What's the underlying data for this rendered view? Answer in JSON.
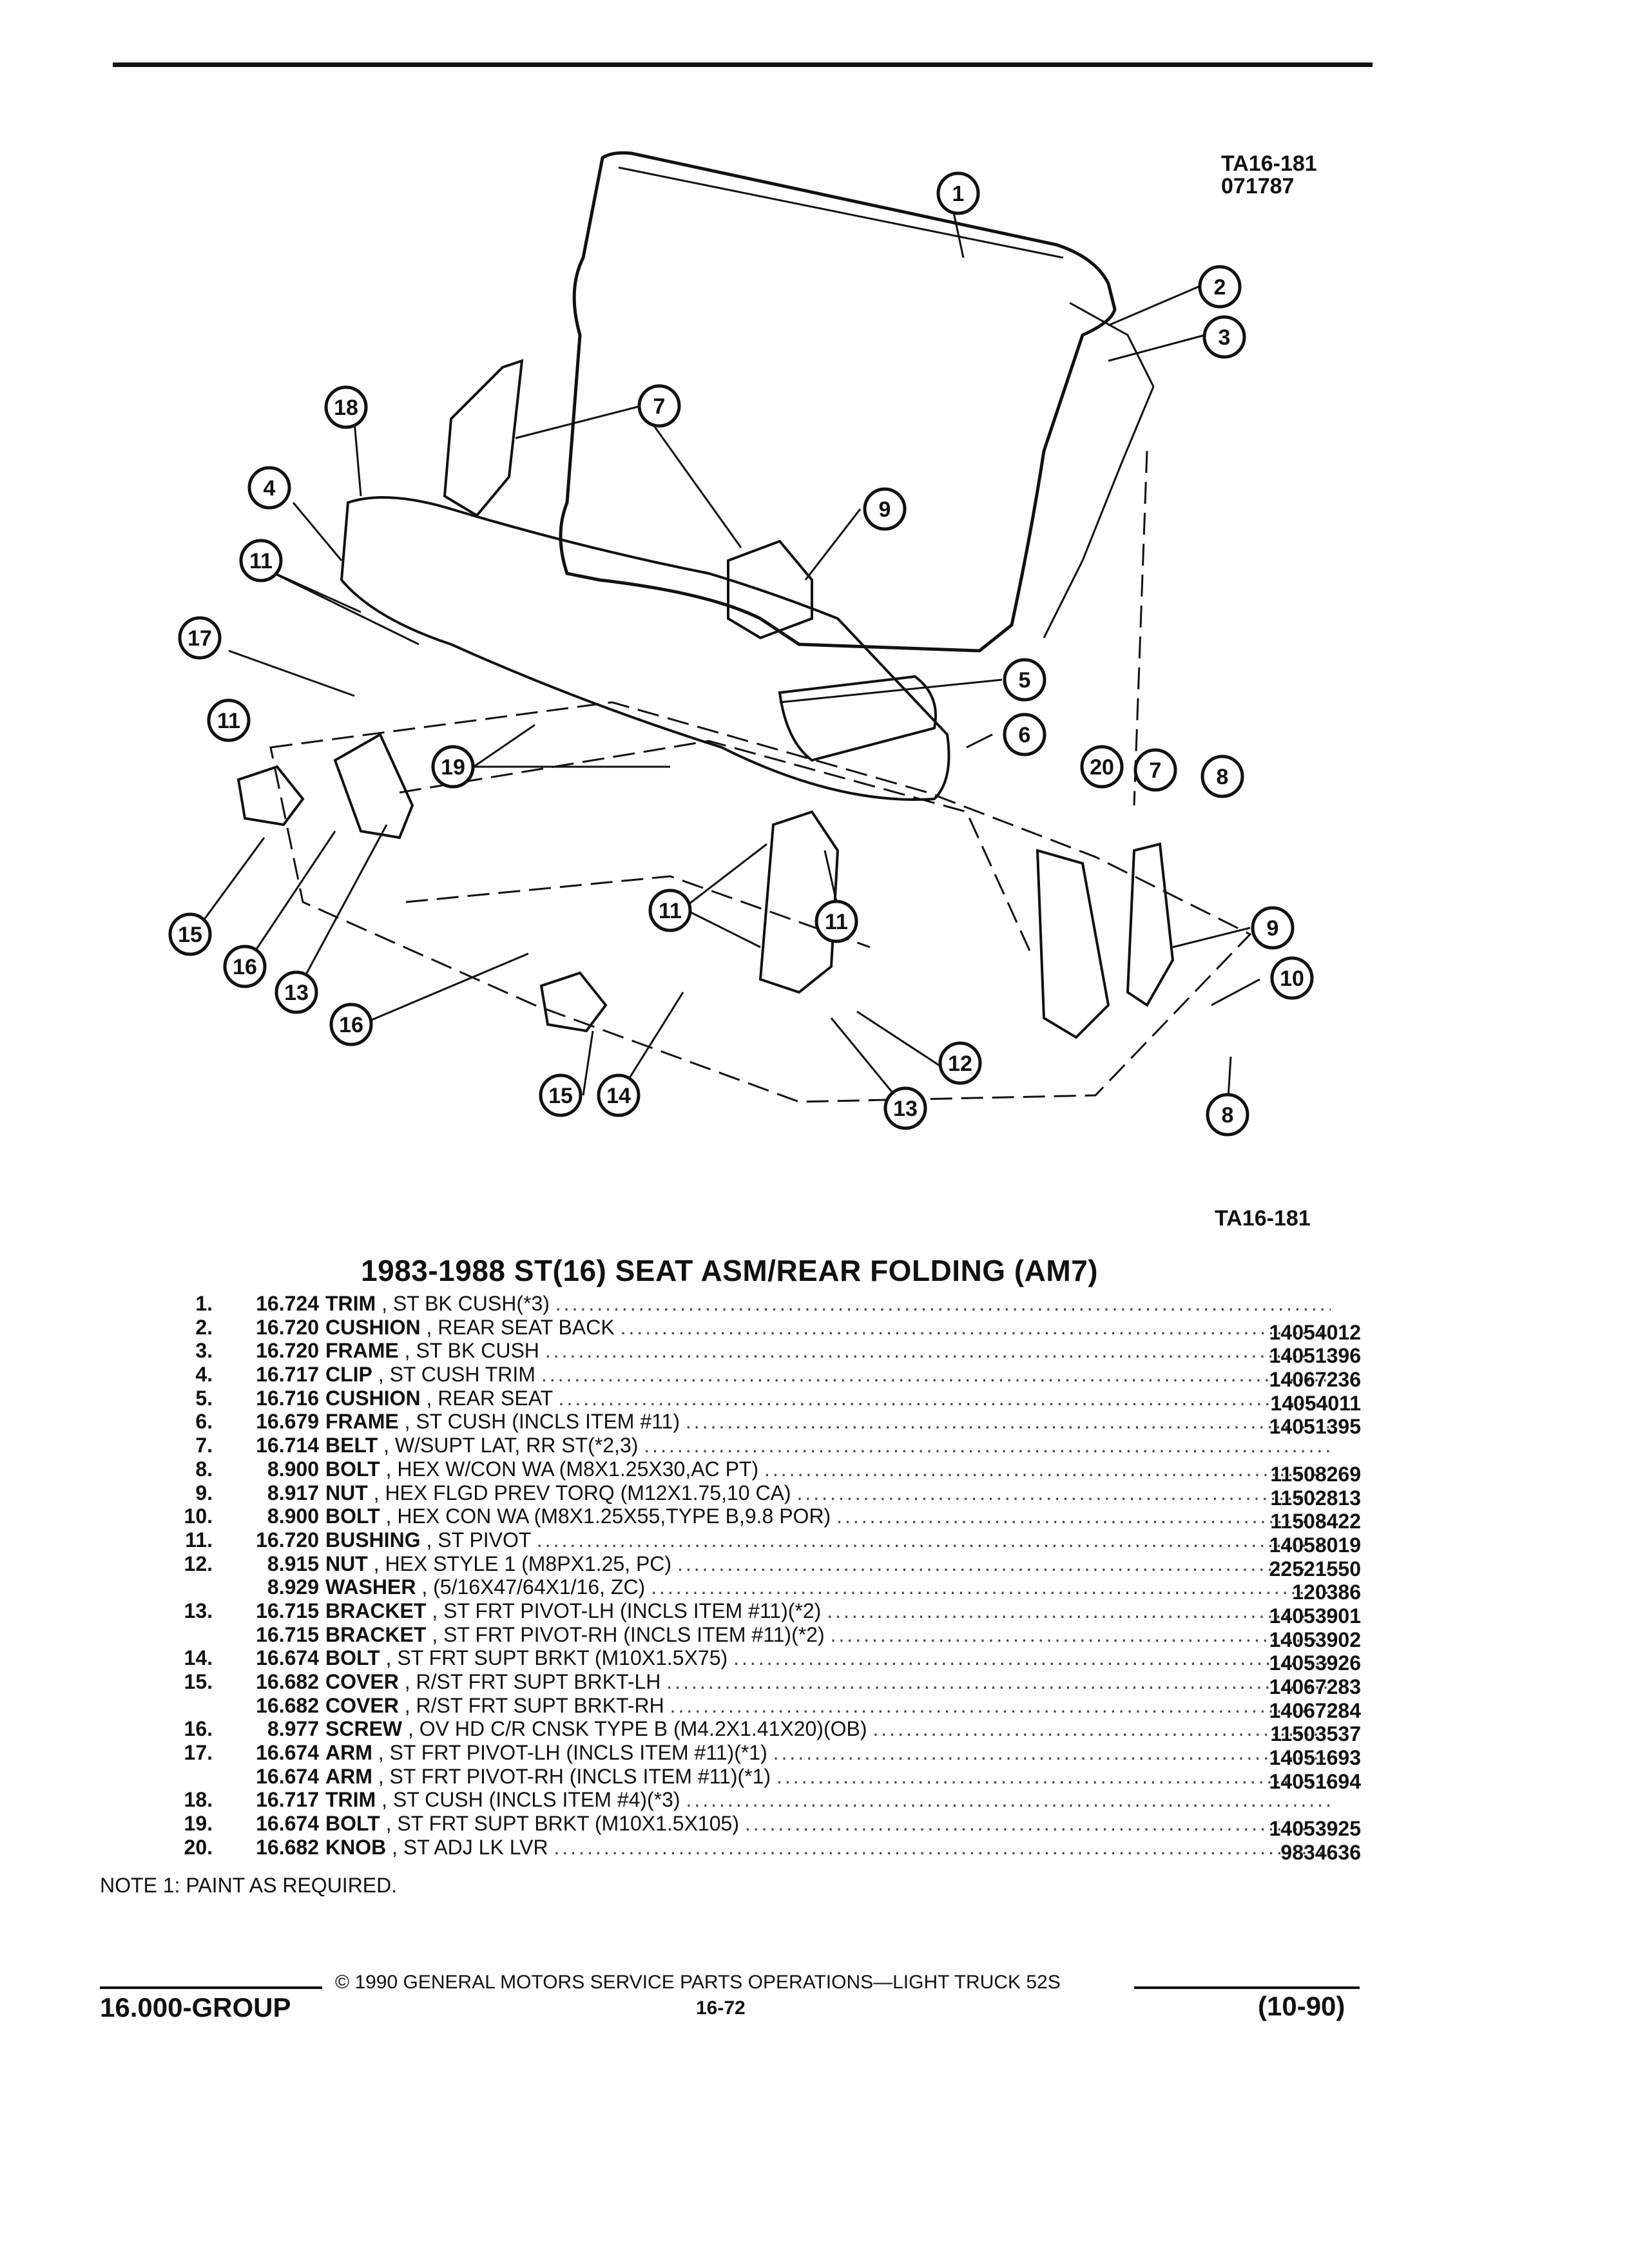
{
  "diagram": {
    "ref_top": "TA16-181",
    "ref_code": "071787",
    "ref_bottom": "TA16-181",
    "callouts": [
      "1",
      "2",
      "3",
      "18",
      "7",
      "4",
      "9",
      "11",
      "17",
      "5",
      "11",
      "6",
      "20",
      "7",
      "8",
      "19",
      "11",
      "11",
      "9",
      "10",
      "15",
      "16",
      "13",
      "16",
      "12",
      "8",
      "15",
      "14",
      "13"
    ]
  },
  "title": "1983-1988 ST(16) SEAT ASM/REAR FOLDING (AM7)",
  "parts": [
    {
      "no": "1.",
      "grp": "16.724",
      "name": "TRIM",
      "desc": ", ST BK CUSH(*3)",
      "pn": ""
    },
    {
      "no": "2.",
      "grp": "16.720",
      "name": "CUSHION",
      "desc": ", REAR SEAT BACK",
      "pn": "14054012"
    },
    {
      "no": "3.",
      "grp": "16.720",
      "name": "FRAME",
      "desc": ", ST BK CUSH",
      "pn": "14051396"
    },
    {
      "no": "4.",
      "grp": "16.717",
      "name": "CLIP",
      "desc": ", ST CUSH TRIM",
      "pn": "14067236"
    },
    {
      "no": "5.",
      "grp": "16.716",
      "name": "CUSHION",
      "desc": ", REAR SEAT",
      "pn": "14054011"
    },
    {
      "no": "6.",
      "grp": "16.679",
      "name": "FRAME",
      "desc": ", ST CUSH (INCLS ITEM #11)",
      "pn": "14051395"
    },
    {
      "no": "7.",
      "grp": "16.714",
      "name": "BELT",
      "desc": ", W/SUPT LAT, RR ST(*2,3)",
      "pn": ""
    },
    {
      "no": "8.",
      "grp": "8.900",
      "name": "BOLT",
      "desc": ", HEX W/CON WA (M8X1.25X30,AC PT)",
      "pn": "11508269"
    },
    {
      "no": "9.",
      "grp": "8.917",
      "name": "NUT",
      "desc": ", HEX FLGD PREV TORQ (M12X1.75,10 CA)",
      "pn": "11502813"
    },
    {
      "no": "10.",
      "grp": "8.900",
      "name": "BOLT",
      "desc": ", HEX CON WA (M8X1.25X55,TYPE B,9.8 POR)",
      "pn": "11508422"
    },
    {
      "no": "11.",
      "grp": "16.720",
      "name": "BUSHING",
      "desc": ", ST PIVOT",
      "pn": "14058019"
    },
    {
      "no": "12.",
      "grp": "8.915",
      "name": "NUT",
      "desc": ", HEX STYLE 1 (M8PX1.25, PC)",
      "pn": "22521550"
    },
    {
      "no": "",
      "grp": "8.929",
      "name": "WASHER",
      "desc": ", (5/16X47/64X1/16, ZC)",
      "pn": "120386"
    },
    {
      "no": "13.",
      "grp": "16.715",
      "name": "BRACKET",
      "desc": ", ST FRT PIVOT-LH (INCLS ITEM #11)(*2)",
      "pn": "14053901"
    },
    {
      "no": "",
      "grp": "16.715",
      "name": "BRACKET",
      "desc": ", ST FRT PIVOT-RH (INCLS ITEM #11)(*2)",
      "pn": "14053902"
    },
    {
      "no": "14.",
      "grp": "16.674",
      "name": "BOLT",
      "desc": ", ST FRT SUPT BRKT (M10X1.5X75)",
      "pn": "14053926"
    },
    {
      "no": "15.",
      "grp": "16.682",
      "name": "COVER",
      "desc": ", R/ST FRT SUPT BRKT-LH",
      "pn": "14067283"
    },
    {
      "no": "",
      "grp": "16.682",
      "name": "COVER",
      "desc": ", R/ST FRT SUPT BRKT-RH",
      "pn": "14067284"
    },
    {
      "no": "16.",
      "grp": "8.977",
      "name": "SCREW",
      "desc": ", OV HD C/R CNSK TYPE B (M4.2X1.41X20)(OB)",
      "pn": "11503537"
    },
    {
      "no": "17.",
      "grp": "16.674",
      "name": "ARM",
      "desc": ", ST FRT PIVOT-LH (INCLS ITEM #11)(*1)",
      "pn": "14051693"
    },
    {
      "no": "",
      "grp": "16.674",
      "name": "ARM",
      "desc": ", ST FRT PIVOT-RH (INCLS ITEM #11)(*1)",
      "pn": "14051694"
    },
    {
      "no": "18.",
      "grp": "16.717",
      "name": "TRIM",
      "desc": ", ST CUSH (INCLS ITEM #4)(*3)",
      "pn": ""
    },
    {
      "no": "19.",
      "grp": "16.674",
      "name": "BOLT",
      "desc": ", ST FRT SUPT BRKT (M10X1.5X105)",
      "pn": "14053925"
    },
    {
      "no": "20.",
      "grp": "16.682",
      "name": "KNOB",
      "desc": ", ST ADJ LK LVR",
      "pn": "9834636"
    }
  ],
  "note": "NOTE 1: PAINT AS REQUIRED.",
  "footer": {
    "group": "16.000-GROUP",
    "copyright": "© 1990 GENERAL MOTORS SERVICE PARTS OPERATIONS—LIGHT TRUCK 52S",
    "page": "16-72",
    "date": "(10-90)"
  }
}
